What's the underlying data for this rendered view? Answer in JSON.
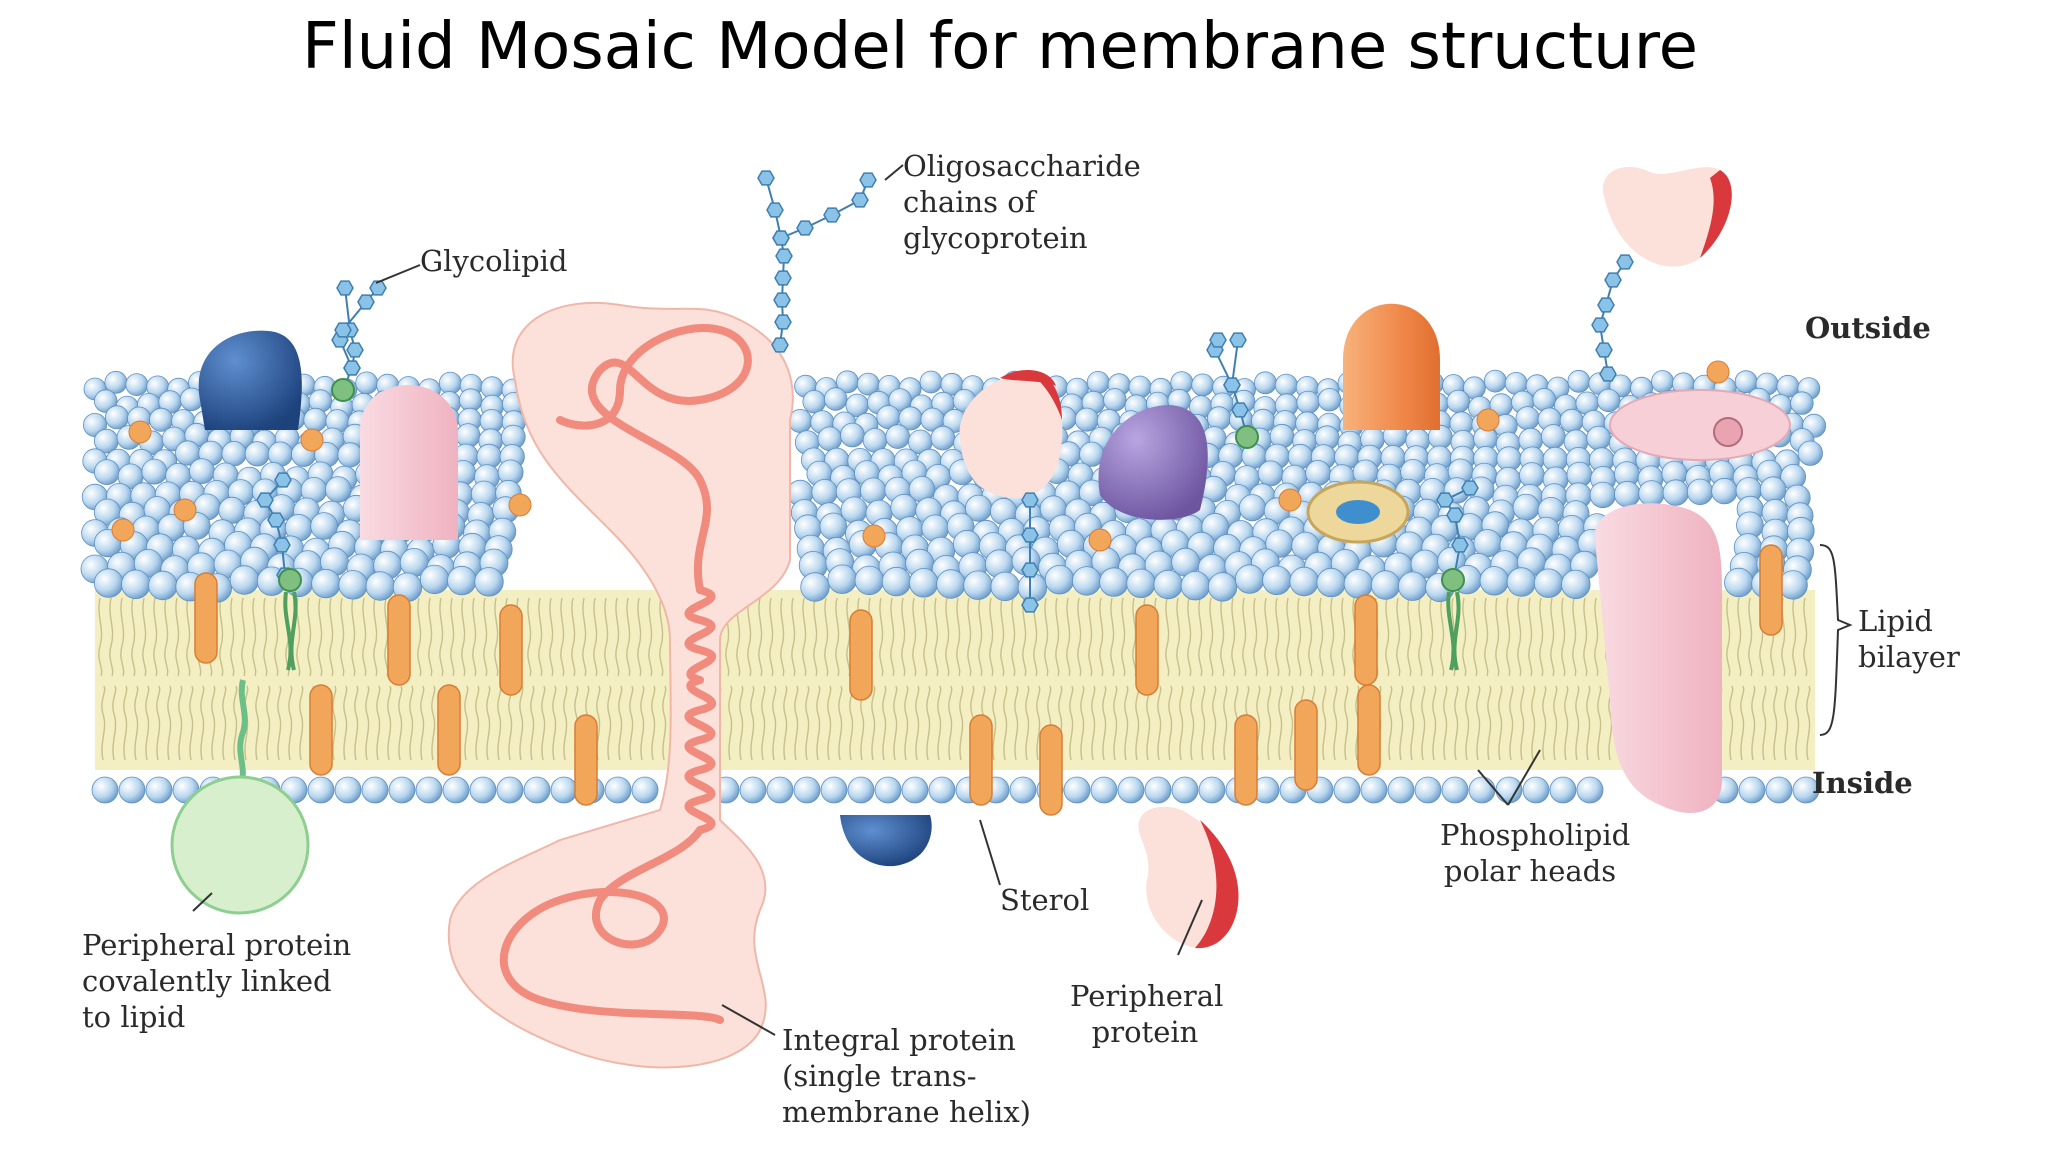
{
  "title": "Fluid Mosaic Model for membrane structure",
  "labels": {
    "oligosaccharide": [
      "Oligosaccharide",
      "chains of",
      "glycoprotein"
    ],
    "glycolipid": "Glycolipid",
    "outside": "Outside",
    "inside": "Inside",
    "lipid_bilayer": [
      "Lipid",
      "bilayer"
    ],
    "phospholipid_heads": [
      "Phospholipid",
      "polar heads"
    ],
    "sterol": "Sterol",
    "peripheral_protein": [
      "Peripheral",
      "protein"
    ],
    "integral_protein": [
      "Integral protein",
      "(single trans-",
      "membrane helix)"
    ],
    "peripheral_lipid_linked": [
      "Peripheral protein",
      "covalently linked",
      "to lipid"
    ]
  },
  "colors": {
    "lipid_head": "#a8cdea",
    "lipid_head_edge": "#5d8fbf",
    "tail_band": "#f3efc2",
    "sterol": "#f2a65a",
    "integral_fill": "#fbe1da",
    "integral_coil": "#f08b7d",
    "blue_protein": "#2f5f9f",
    "purple_protein": "#8a73b8",
    "orange_protein": "#f29a5c",
    "pink_protein": "#f6c9d3",
    "green_protein": "#d8efcd",
    "sugar": "#8bc3e8",
    "red_accent": "#d9383d"
  }
}
